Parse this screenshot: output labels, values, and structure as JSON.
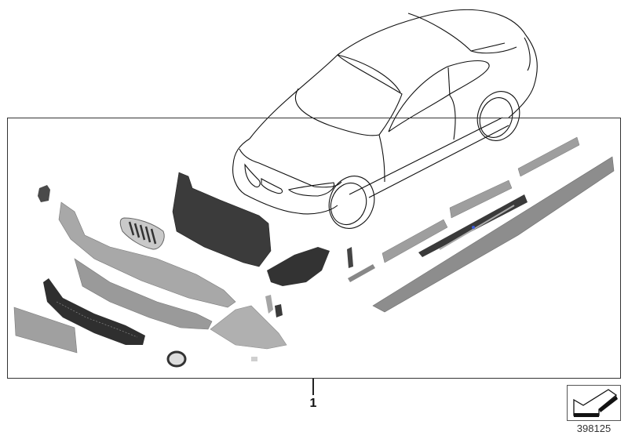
{
  "diagram": {
    "type": "exploded parts illustration",
    "subject": "vehicle aero kit (front bumper parts and side sill parts)",
    "callouts": [
      {
        "label": "1",
        "description": "parts set enclosed in frame"
      }
    ],
    "reference_number": "398125",
    "icons": [
      {
        "name": "arrow-back-icon",
        "description": "framed arrow pointing down-left"
      }
    ],
    "colors": {
      "frame": "#333333",
      "line_art": "#111111",
      "part_dark": "#3a3a3a",
      "part_mid": "#8e8e8e",
      "part_light": "#b8b8b8"
    }
  }
}
